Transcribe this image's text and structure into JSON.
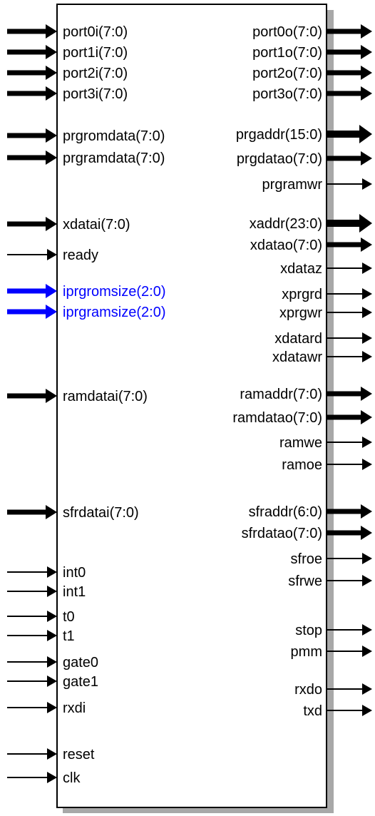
{
  "block": {
    "inputs": [
      {
        "label": "port0i(7:0)",
        "kind": "bus"
      },
      {
        "label": "port1i(7:0)",
        "kind": "bus"
      },
      {
        "label": "port2i(7:0)",
        "kind": "bus"
      },
      {
        "label": "port3i(7:0)",
        "kind": "bus"
      },
      {
        "label": "prgromdata(7:0)",
        "kind": "bus"
      },
      {
        "label": "prgramdata(7:0)",
        "kind": "bus"
      },
      {
        "label": "xdatai(7:0)",
        "kind": "bus"
      },
      {
        "label": "ready",
        "kind": "wire"
      },
      {
        "label": "iprgromsize(2:0)",
        "kind": "bus-config"
      },
      {
        "label": "iprgramsize(2:0)",
        "kind": "bus-config"
      },
      {
        "label": "ramdatai(7:0)",
        "kind": "bus"
      },
      {
        "label": "sfrdatai(7:0)",
        "kind": "bus"
      },
      {
        "label": "int0",
        "kind": "wire"
      },
      {
        "label": "int1",
        "kind": "wire"
      },
      {
        "label": "t0",
        "kind": "wire"
      },
      {
        "label": "t1",
        "kind": "wire"
      },
      {
        "label": "gate0",
        "kind": "wire"
      },
      {
        "label": "gate1",
        "kind": "wire"
      },
      {
        "label": "rxdi",
        "kind": "wire"
      },
      {
        "label": "reset",
        "kind": "wire"
      },
      {
        "label": "clk",
        "kind": "wire"
      }
    ],
    "outputs": [
      {
        "label": "port0o(7:0)",
        "kind": "bus"
      },
      {
        "label": "port1o(7:0)",
        "kind": "bus"
      },
      {
        "label": "port2o(7:0)",
        "kind": "bus"
      },
      {
        "label": "port3o(7:0)",
        "kind": "bus"
      },
      {
        "label": "prgaddr(15:0)",
        "kind": "bus-wide"
      },
      {
        "label": "prgdatao(7:0)",
        "kind": "bus"
      },
      {
        "label": "prgramwr",
        "kind": "wire"
      },
      {
        "label": "xaddr(23:0)",
        "kind": "bus-wide"
      },
      {
        "label": "xdatao(7:0)",
        "kind": "bus"
      },
      {
        "label": "xdataz",
        "kind": "wire"
      },
      {
        "label": "xprgrd",
        "kind": "wire"
      },
      {
        "label": "xprgwr",
        "kind": "wire"
      },
      {
        "label": "xdatard",
        "kind": "wire"
      },
      {
        "label": "xdatawr",
        "kind": "wire"
      },
      {
        "label": "ramaddr(7:0)",
        "kind": "bus"
      },
      {
        "label": "ramdatao(7:0)",
        "kind": "bus"
      },
      {
        "label": "ramwe",
        "kind": "wire"
      },
      {
        "label": "ramoe",
        "kind": "wire"
      },
      {
        "label": "sfraddr(6:0)",
        "kind": "bus"
      },
      {
        "label": "sfrdatao(7:0)",
        "kind": "bus"
      },
      {
        "label": "sfroe",
        "kind": "wire"
      },
      {
        "label": "sfrwe",
        "kind": "wire"
      },
      {
        "label": "stop",
        "kind": "wire"
      },
      {
        "label": "pmm",
        "kind": "wire"
      },
      {
        "label": "rxdo",
        "kind": "wire"
      },
      {
        "label": "txd",
        "kind": "wire"
      }
    ]
  },
  "colors": {
    "line": "#000000",
    "config_bus": "#0000ff",
    "shadow": "#a8a8a8",
    "block_fill": "#ffffff"
  }
}
